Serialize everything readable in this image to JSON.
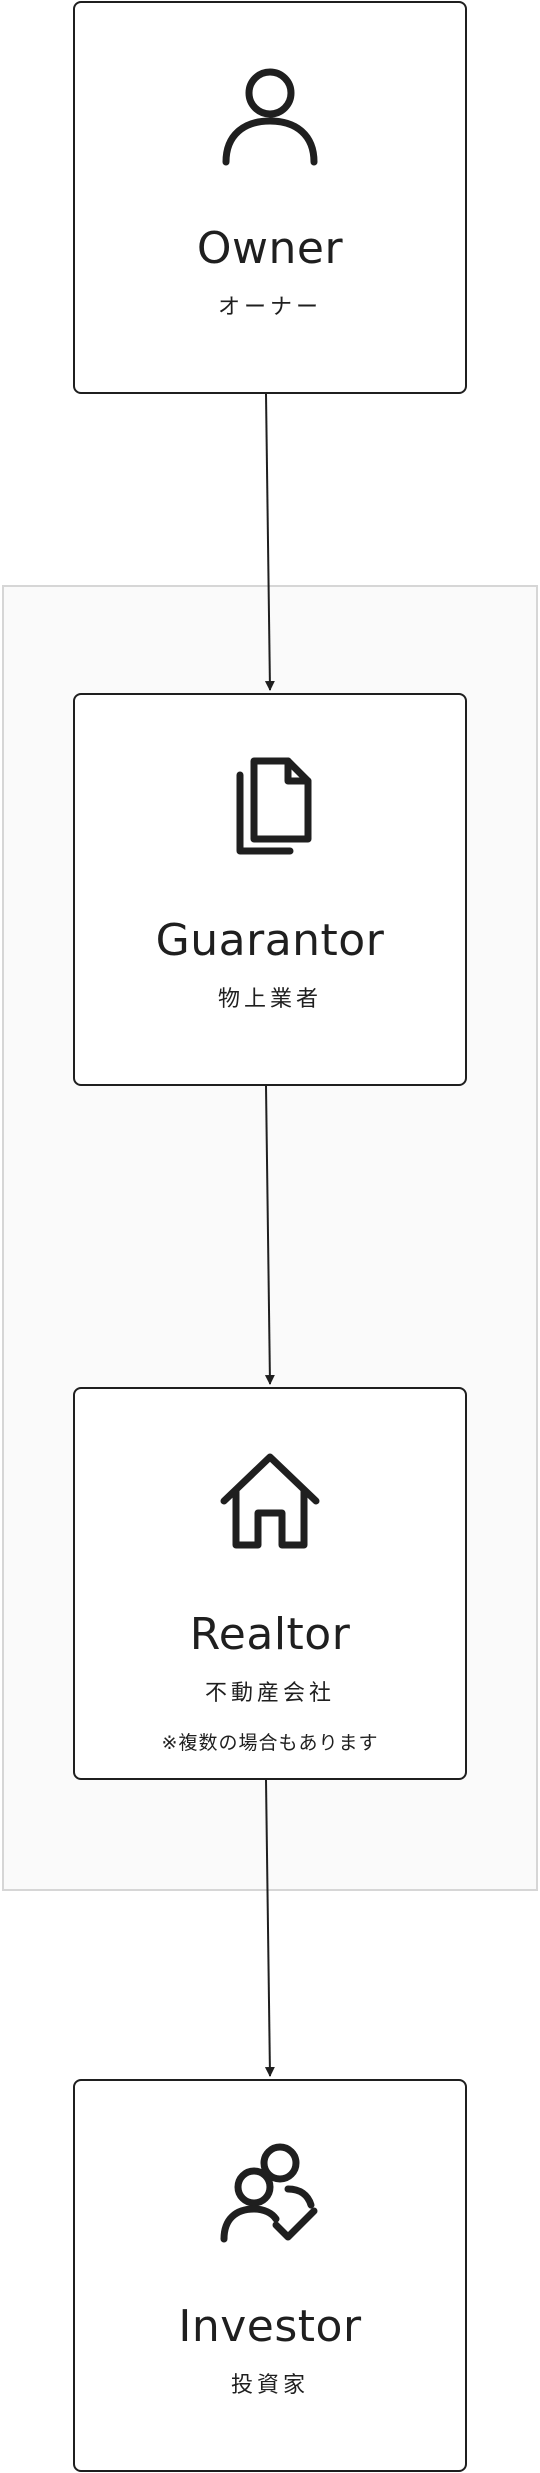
{
  "nodes": {
    "owner": {
      "title": "Owner",
      "subtitle": "オーナー",
      "icon": "person-icon"
    },
    "guarantor": {
      "title": "Guarantor",
      "subtitle": "物上業者",
      "icon": "documents-icon"
    },
    "realtor": {
      "title": "Realtor",
      "subtitle": "不動産会社",
      "note": "※複数の場合もあります",
      "icon": "house-icon"
    },
    "investor": {
      "title": "Investor",
      "subtitle": "投資家",
      "icon": "people-check-icon"
    }
  },
  "colors": {
    "stroke": "#1f1f1f",
    "group_background": "#fafafa",
    "group_border": "#d6d6d6"
  }
}
